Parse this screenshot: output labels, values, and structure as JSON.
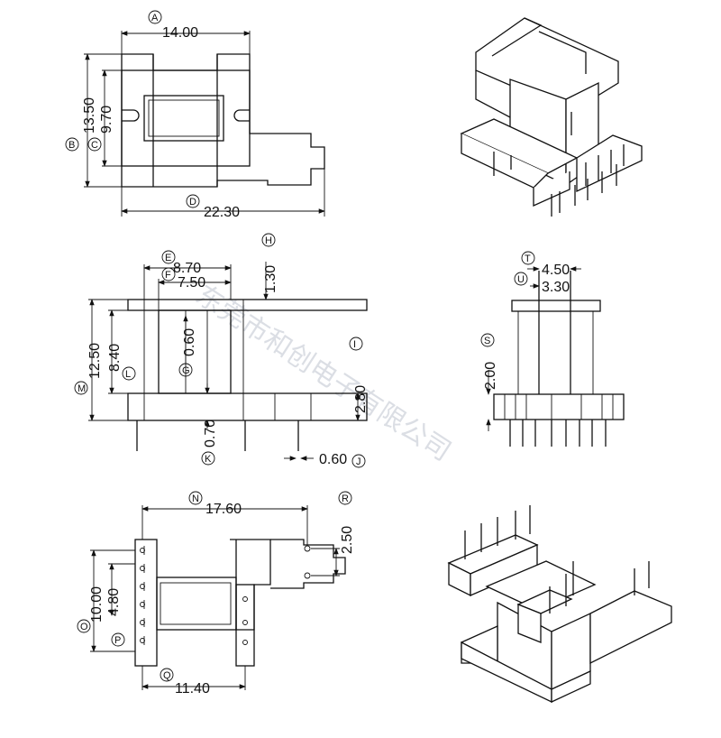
{
  "dimensions": {
    "view_top": {
      "A": "14.00",
      "B": "13.50",
      "C": "9.70",
      "D": "22.30"
    },
    "view_front": {
      "E": "8.70",
      "F": "7.50",
      "H": "1.30",
      "G": "0.60",
      "L": "8.40",
      "M": "12.50",
      "I": "2.80",
      "K": "0.70",
      "J": "0.60"
    },
    "view_side": {
      "T": "4.50",
      "U": "3.30",
      "S": "2.00"
    },
    "view_bottom": {
      "N": "17.60",
      "R": "2.50",
      "O": "10.00",
      "P": "4.80",
      "Q": "11.40"
    }
  },
  "letters": {
    "A": "A",
    "B": "B",
    "C": "C",
    "D": "D",
    "E": "E",
    "F": "F",
    "G": "G",
    "H": "H",
    "I": "I",
    "J": "J",
    "K": "K",
    "L": "L",
    "M": "M",
    "N": "N",
    "O": "O",
    "P": "P",
    "Q": "Q",
    "R": "R",
    "S": "S",
    "T": "T",
    "U": "U"
  },
  "watermark": "东莞市和创电子有限公司"
}
